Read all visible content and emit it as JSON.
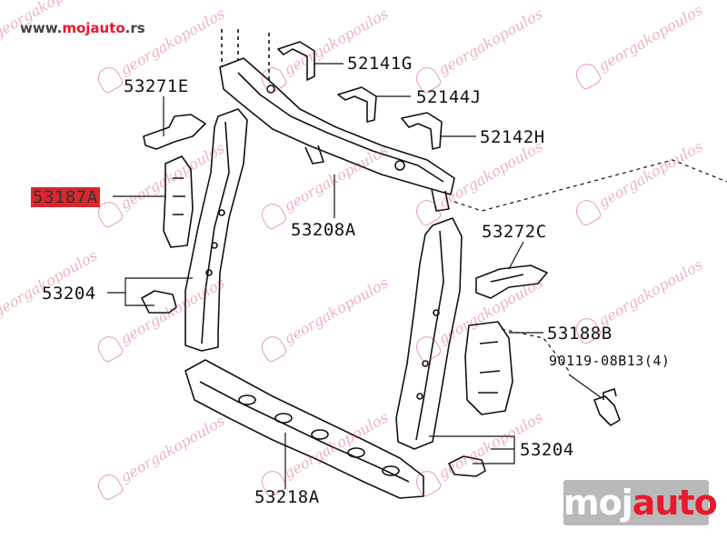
{
  "site": {
    "prefix": "www.",
    "brand": "mojauto",
    "suffix": ".rs"
  },
  "logo": {
    "part1": "moj",
    "part2": "auto",
    "accent": "#e8192c"
  },
  "watermark": {
    "text": "georgakopoulos",
    "color": "#c8283c"
  },
  "highlight_color": "#d8272e",
  "parts": {
    "p52141G": "52141G",
    "p52144J": "52144J",
    "p52142H": "52142H",
    "p53271E": "53271E",
    "p53187A": "53187A",
    "p53208A": "53208A",
    "p53272C": "53272C",
    "p53204_left": "53204",
    "p53188B": "53188B",
    "p90119": "90119-08B13(4)",
    "p53204_right": "53204",
    "p53218A": "53218A"
  }
}
